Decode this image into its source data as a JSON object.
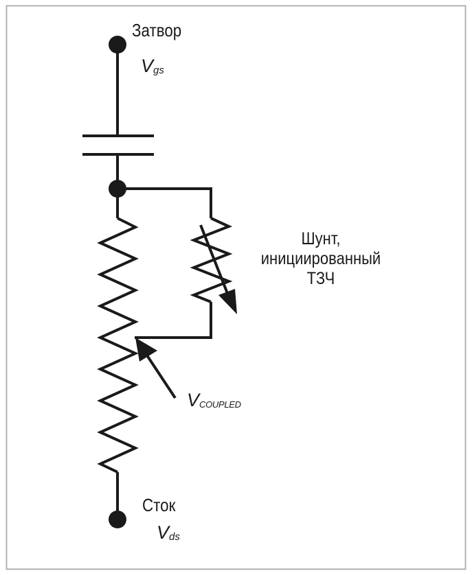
{
  "nodes": {
    "gate": {
      "name": "Затвор",
      "voltage_symbol": "V",
      "voltage_sub": "gs"
    },
    "drain": {
      "name": "Сток",
      "voltage_symbol": "V",
      "voltage_sub": "ds"
    }
  },
  "coupled": {
    "symbol": "V",
    "sub": "COUPLED"
  },
  "shunt_label": [
    "Шунт,",
    "инициированный",
    "ТЗЧ"
  ],
  "colors": {
    "line": "#1a1a1a",
    "frame": "#b0b0b0",
    "background": "#ffffff"
  }
}
